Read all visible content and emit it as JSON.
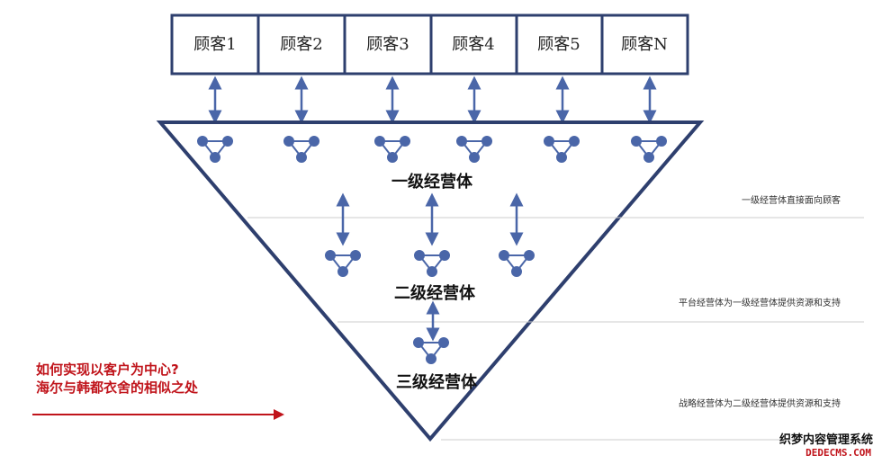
{
  "diagram": {
    "customers": [
      "顾客1",
      "顾客2",
      "顾客3",
      "顾客4",
      "顾客5",
      "顾客N"
    ],
    "levels": [
      "一级经营体",
      "二级经营体",
      "三级经营体"
    ],
    "side_notes": [
      "一级经营体直接面向顾客",
      "平台经营体为一级经营体提供资源和支持",
      "战略经营体为二级经营体提供资源和支持"
    ],
    "question_line1": "如何实现以客户为中心?",
    "question_line2": "海尔与韩都衣舍的相似之处",
    "watermark_line1": "织梦内容管理系统",
    "watermark_line2": "DEDECMS.COM"
  },
  "colors": {
    "box_border": "#2e3f6e",
    "arrow": "#4a66a8",
    "node": "#4a66a8",
    "triangle": "#2e3f6e",
    "accent_red": "#c0141b",
    "divider": "#cccccc"
  }
}
